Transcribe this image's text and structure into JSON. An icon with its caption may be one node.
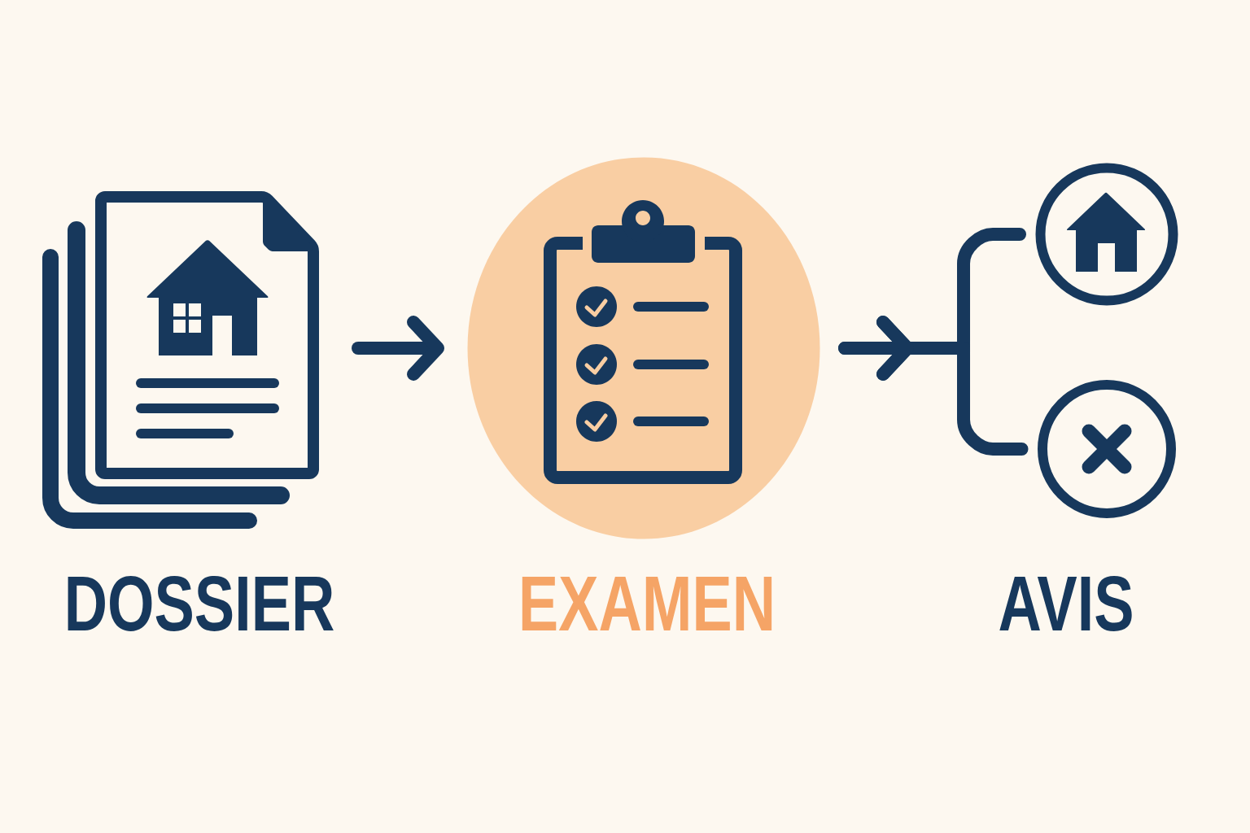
{
  "diagram": {
    "nodes": [
      {
        "text": [
          "DOSSIER"
        ]
      },
      {
        "text": [
          "EXAMEN"
        ]
      },
      {
        "text": [],
        "shape": "circle"
      },
      {
        "text": [],
        "shape": "circle"
      }
    ],
    "edges": [
      {
        "from": 0,
        "to": 1,
        "arrow": "to"
      },
      {
        "from": 1,
        "to": 2,
        "arrow": "to"
      },
      {
        "from": 1,
        "to": 3,
        "arrow": "to"
      }
    ],
    "labels": [
      "AVIS"
    ]
  }
}
